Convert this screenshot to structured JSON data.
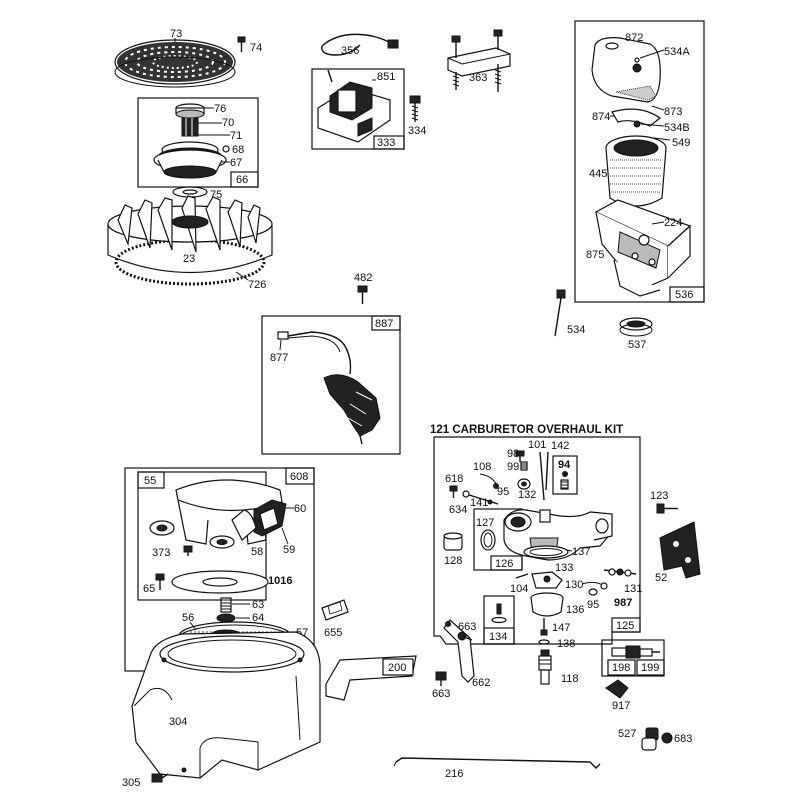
{
  "kit_title": "121 CARBURETOR OVERHAUL KIT",
  "callouts": {
    "p73": "73",
    "p74": "74",
    "p76": "76",
    "p70": "70",
    "p71": "71",
    "p68": "68",
    "p67": "67",
    "p66": "66",
    "p75": "75",
    "p23": "23",
    "p726": "726",
    "p356": "356",
    "p851": "851",
    "p334": "334",
    "p333": "333",
    "p363": "363",
    "p872": "872",
    "p534A": "534A",
    "p873": "873",
    "p874": "874",
    "p534B": "534B",
    "p549": "549",
    "p445": "445",
    "p224": "224",
    "p875": "875",
    "p536": "536",
    "p534": "534",
    "p537": "537",
    "p482": "482",
    "p887": "887",
    "p877": "877",
    "p101": "101",
    "p142": "142",
    "p98": "98",
    "p99": "99",
    "p94": "94",
    "p108": "108",
    "p618": "618",
    "p95a": "95",
    "p141": "141",
    "p132": "132",
    "p634": "634",
    "p127": "127",
    "p126": "126",
    "p128": "128",
    "p137": "137",
    "p133": "133",
    "p104": "104",
    "p130": "130",
    "p131": "131",
    "p95b": "95",
    "p987": "987",
    "p136": "136",
    "p663a": "663",
    "p134": "134",
    "p147": "147",
    "p138": "138",
    "p125": "125",
    "p662": "662",
    "p118": "118",
    "p663b": "663",
    "p123": "123",
    "p52": "52",
    "p198": "198",
    "p199": "199",
    "p917": "917",
    "p527": "527",
    "p683": "683",
    "p216": "216",
    "p608": "608",
    "p55": "55",
    "p60": "60",
    "p373": "373",
    "p58": "58",
    "p59": "59",
    "p65": "65",
    "p1016": "1016",
    "p63": "63",
    "p64": "64",
    "p56": "56",
    "p57": "57",
    "p655": "655",
    "p200": "200",
    "p304": "304",
    "p305": "305"
  }
}
